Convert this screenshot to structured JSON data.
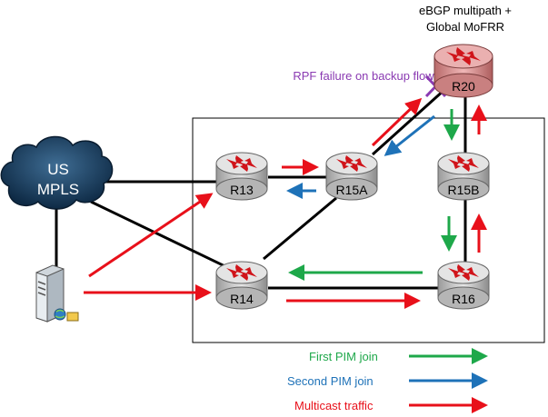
{
  "title_line1": "eBGP multipath +",
  "title_line2": "Global MoFRR",
  "rpf_note": "RPF failure on backup flow",
  "cloud": {
    "line1": "US",
    "line2": "MPLS"
  },
  "routers": {
    "r13": "R13",
    "r15a": "R15A",
    "r15b": "R15B",
    "r14": "R14",
    "r16": "R16",
    "r20": "R20"
  },
  "legend": {
    "first": "First PIM join",
    "second": "Second PIM join",
    "multicast": "Multicast traffic"
  },
  "colors": {
    "first_pim_join": "#1ea84a",
    "second_pim_join": "#1e72b8",
    "multicast_traffic": "#e8101a",
    "rpf_failure": "#8a3ab2",
    "router_gray": "#d9d9d9",
    "router_r20": "#e3a1a1"
  },
  "icons": [
    "router-icon",
    "cloud-icon",
    "server-icon",
    "rpf-failure-x-icon"
  ]
}
